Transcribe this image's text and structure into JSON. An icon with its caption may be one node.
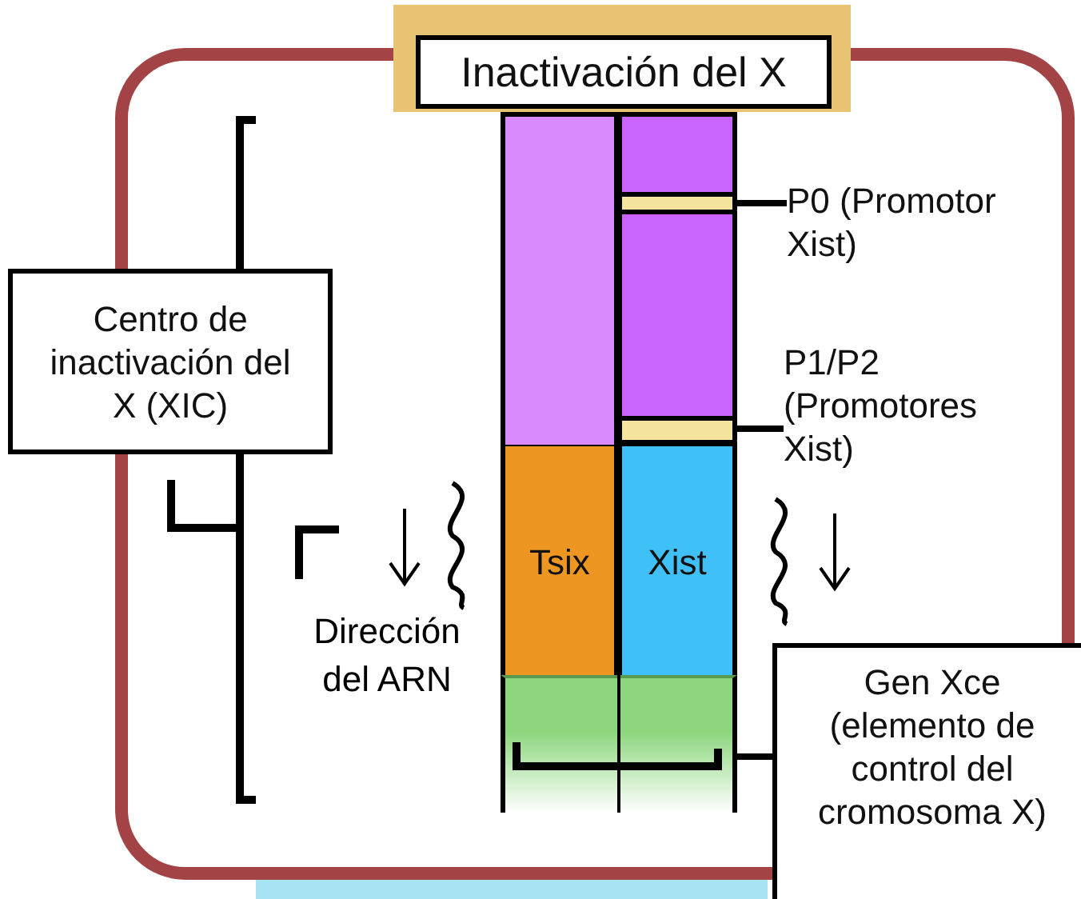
{
  "diagram": {
    "nodes": [
      {
        "text": [
          "Inactivación del X"
        ]
      },
      {
        "text": [
          "Centro de inactivación del X (XIC)"
        ]
      },
      {
        "text": [
          "P0 (Promotor Xist)"
        ]
      },
      {
        "text": [],
        "shape": "bar"
      },
      {
        "text": [
          "P1/P2 (Promotores Xist)"
        ]
      },
      {
        "text": [],
        "shape": "bar"
      },
      {
        "text": [
          "Tsix"
        ]
      },
      {
        "text": [
          "Xist"
        ]
      },
      {
        "text": [
          "Gen Xce (elemento de control del cromosoma X)"
        ]
      },
      {
        "text": [],
        "shape": "box"
      },
      {
        "text": [],
        "shape": "box"
      },
      {
        "text": [],
        "shape": "box"
      },
      {
        "text": [],
        "shape": "box"
      }
    ],
    "edges": [
      {
        "from": 2,
        "to": 3,
        "arrow": "none"
      },
      {
        "from": 4,
        "to": 5,
        "arrow": "none"
      },
      {
        "from": 8,
        "to": 9,
        "arrow": "none"
      }
    ],
    "labels": [
      "Dirección del ARN"
    ]
  }
}
